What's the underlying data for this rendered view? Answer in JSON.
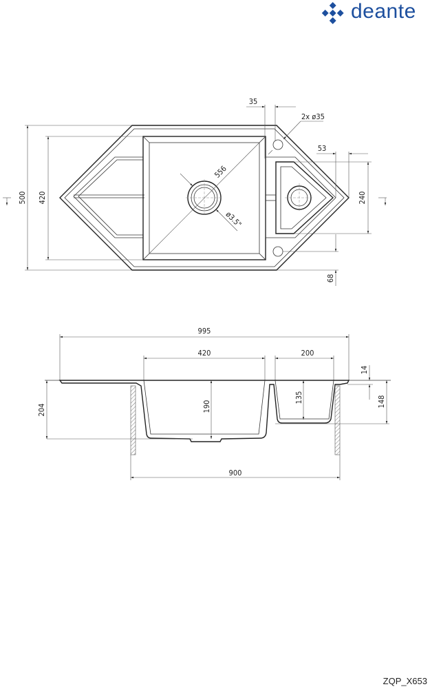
{
  "brand": {
    "name": "deante",
    "color": "#1d4f9e"
  },
  "product_code": "ZQP_X653",
  "top_view": {
    "dims": {
      "overall_depth": "500",
      "bowl_depth": "420",
      "hole_offset": "35",
      "holes": "2x ø35",
      "small_offset": "53",
      "small_bowl_depth": "240",
      "diagonal": "556",
      "drain": "ø3.5\"",
      "hole_edge": "68"
    }
  },
  "side_view": {
    "dims": {
      "overall_width": "995",
      "big_bowl_width": "420",
      "small_bowl_width": "200",
      "rim": "14",
      "big_bowl_depth": "190",
      "small_bowl_depth": "135",
      "total_height": "204",
      "small_height": "148",
      "cabinet_width": "900"
    }
  }
}
